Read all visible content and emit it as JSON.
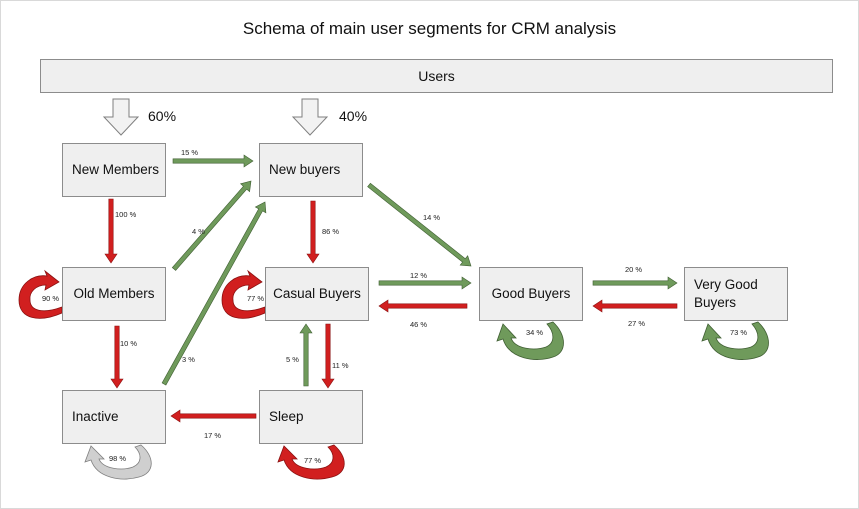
{
  "title": "Schema of main user segments for CRM analysis",
  "users_label": "Users",
  "entry_split": {
    "new_members": "60%",
    "new_buyers": "40%"
  },
  "nodes": {
    "new_members": "New Members",
    "new_buyers": "New buyers",
    "old_members": "Old Members",
    "casual_buyers": "Casual Buyers",
    "good_buyers": "Good Buyers",
    "very_good_buyers": "Very Good Buyers",
    "inactive": "Inactive",
    "sleep": "Sleep"
  },
  "flows": {
    "new_members_to_new_buyers": "15 %",
    "new_members_to_old_members": "100 %",
    "old_members_to_new_buyers": "4 %",
    "old_members_self": "90 %",
    "old_members_to_inactive": "10 %",
    "inactive_to_new_buyers": "3 %",
    "inactive_self": "98 %",
    "new_buyers_to_casual_buyers": "86 %",
    "new_buyers_to_good_buyers": "14 %",
    "casual_buyers_self": "77 %",
    "casual_buyers_to_good_buyers": "12 %",
    "good_buyers_to_casual_buyers": "46 %",
    "casual_buyers_to_sleep": "11 %",
    "sleep_to_casual_buyers": "5 %",
    "sleep_to_inactive": "17 %",
    "sleep_self": "77 %",
    "good_buyers_to_very_good_buyers": "20 %",
    "very_good_buyers_to_good_buyers": "27 %",
    "good_buyers_self": "34 %",
    "very_good_buyers_self": "73 %"
  },
  "colors": {
    "green": "#6f9a5b",
    "red": "#d11f1f",
    "gray": "#bdbdbd"
  }
}
